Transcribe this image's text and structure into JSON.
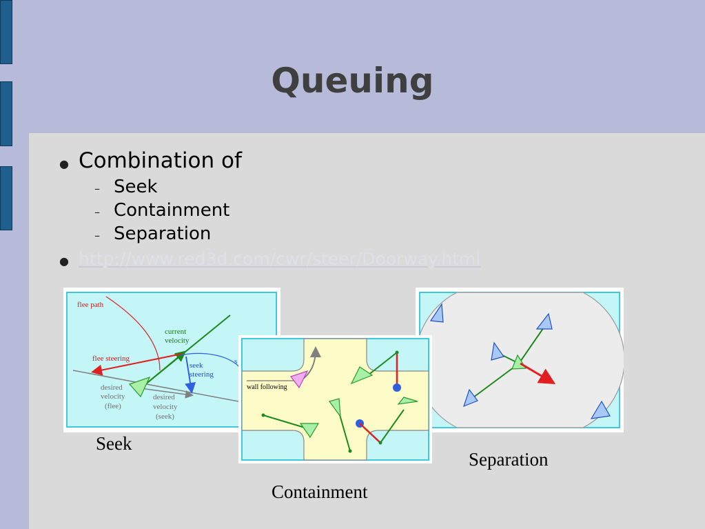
{
  "slide": {
    "title": "Queuing",
    "bullets": {
      "main": "Combination of",
      "sub": [
        "Seek",
        "Containment",
        "Separation"
      ],
      "link": "http://www.red3d.com/cwr/steer/Doorway.html"
    }
  },
  "figures": {
    "seek": {
      "caption": "Seek",
      "labels": {
        "flee_path": "flee path",
        "current": "current",
        "velocity": "velocity",
        "flee_steering": "flee steering",
        "seek": "seek",
        "steering": "steering",
        "s_fragment": "s",
        "desired_flee_1": "desired",
        "desired_flee_2": "velocity",
        "desired_flee_3": "(flee)",
        "desired_seek_1": "desired",
        "desired_seek_2": "velocity",
        "desired_seek_3": "(seek)"
      }
    },
    "containment": {
      "caption": "Containment",
      "labels": {
        "wall_following": "wall following"
      }
    },
    "separation": {
      "caption": "Separation"
    }
  },
  "colors": {
    "background": "#b7bad8",
    "content_bg": "#dadada",
    "side_tab": "#1f5f8e",
    "title": "#3f3f3f",
    "panel_bg": "#c4f5f7",
    "panel_border": "#40c8e0"
  }
}
